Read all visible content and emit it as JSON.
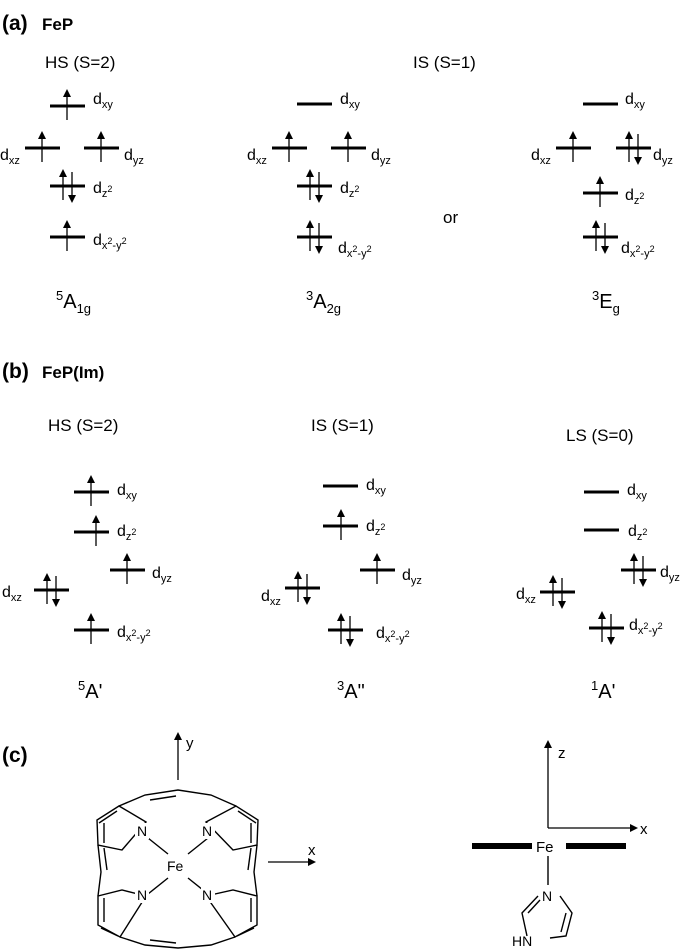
{
  "panel_a": {
    "label": "(a)",
    "compound": "FeP",
    "hs_title": "HS (S=2)",
    "is_title": "IS (S=1)",
    "or_text": "or",
    "hs": {
      "orbitals": {
        "xy": "d_xy",
        "xz": "d_xz",
        "yz": "d_yz",
        "z2": "d_z²",
        "x2y2": "d_x²-y²"
      },
      "state": {
        "multiplicity": "5",
        "symbol": "A",
        "subscript": "1g"
      }
    },
    "is_a2g": {
      "state": {
        "multiplicity": "3",
        "symbol": "A",
        "subscript": "2g"
      }
    },
    "is_eg": {
      "state": {
        "multiplicity": "3",
        "symbol": "E",
        "subscript": "g"
      }
    }
  },
  "panel_b": {
    "label": "(b)",
    "compound": "FeP(Im)",
    "hs_title": "HS (S=2)",
    "is_title": "IS (S=1)",
    "ls_title": "LS (S=0)",
    "hs_state": {
      "multiplicity": "5",
      "symbol": "A'"
    },
    "is_state": {
      "multiplicity": "3",
      "symbol": "A\""
    },
    "ls_state": {
      "multiplicity": "1",
      "symbol": "A'"
    }
  },
  "panel_c": {
    "label": "(c)",
    "y_axis": "y",
    "x_axis": "x",
    "z_axis": "z",
    "x_axis2": "x",
    "fe": "Fe",
    "n": "N",
    "fe2": "Fe",
    "n_im": "N",
    "hn": "HN"
  }
}
